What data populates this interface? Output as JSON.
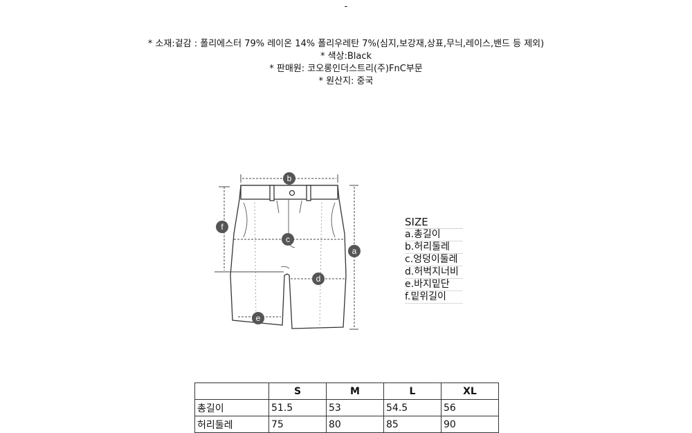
{
  "top_mark": "-",
  "spec_lines": [
    "* 소재:겉감 : 폴리에스터 79% 레이온 14% 폴리우레탄 7%(심지,보강재,상표,무늬,레이스,밴드 등 제외)",
    "* 색상:Black",
    "* 판매원: 코오롱인더스트리(주)FnC부문",
    "* 원산지: 중국"
  ],
  "diagram_markers": {
    "a": "a",
    "b": "b",
    "c": "c",
    "d": "d",
    "e": "e",
    "f": "f"
  },
  "size_legend": {
    "title": "SIZE",
    "items": [
      "a.총길이",
      "b.허리둘레",
      "c.엉덩이둘레",
      "d.허벅지너비",
      "e.바지밑단",
      "f.밑위길이"
    ]
  },
  "size_table": {
    "headers": [
      "",
      "S",
      "M",
      "L",
      "XL"
    ],
    "rows": [
      [
        "총길이",
        "51.5",
        "53",
        "54.5",
        "56"
      ],
      [
        "허리둘레",
        "75",
        "80",
        "85",
        "90"
      ]
    ]
  }
}
